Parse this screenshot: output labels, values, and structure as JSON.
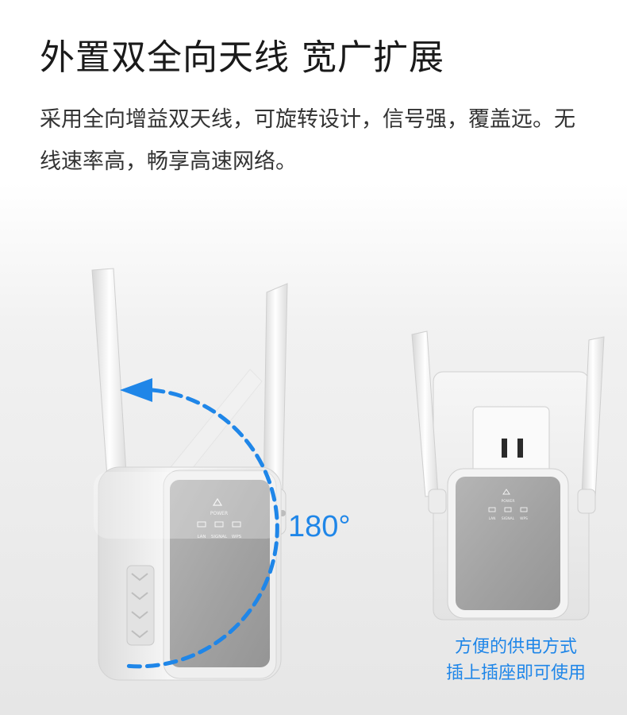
{
  "headline": "外置双全向天线  宽广扩展",
  "description": "采用全向增益双天线，可旋转设计，信号强，覆盖远。无线速率高，畅享高速网络。",
  "rotation_label": "180°",
  "device_labels": {
    "power": "POWER",
    "lan": "LAN",
    "signal": "SIGNAL",
    "wps": "WPS"
  },
  "caption": {
    "line1": "方便的供电方式",
    "line2": "插上插座即可使用"
  },
  "colors": {
    "accent": "#1f86e8",
    "device_body": "#f2f2f2",
    "device_face": "#a9a9a9"
  }
}
